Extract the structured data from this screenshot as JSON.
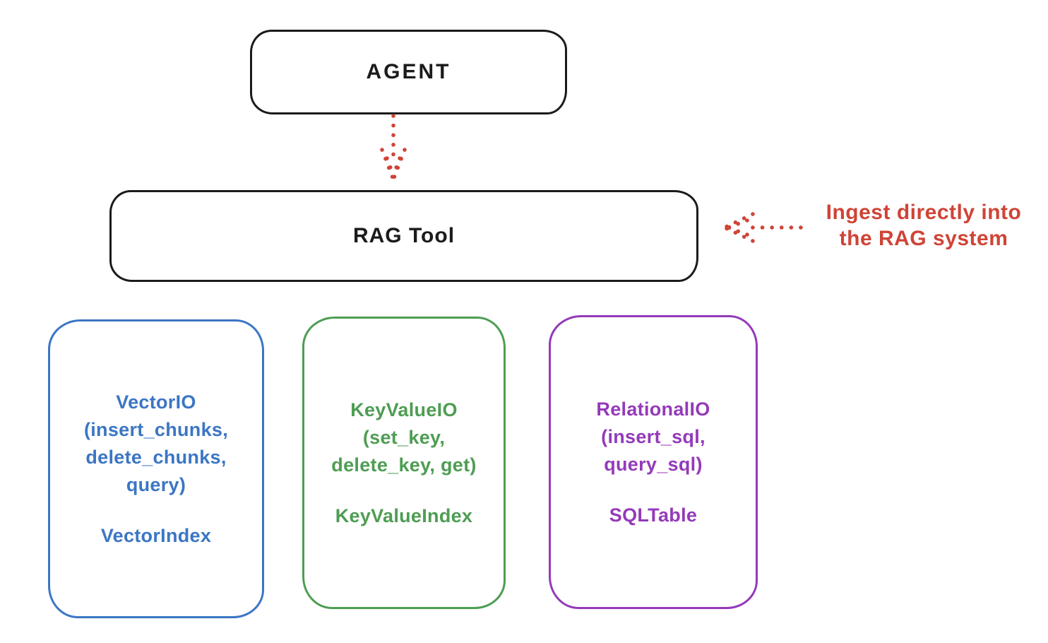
{
  "diagram": {
    "nodes": {
      "agent": {
        "label": "AGENT"
      },
      "rag_tool": {
        "label": "RAG Tool"
      }
    },
    "annotation": {
      "line1": "Ingest directly into",
      "line2": "the RAG system",
      "color": "#cf4437"
    },
    "io_boxes": [
      {
        "name": "vector-io",
        "color": "#3b76c4",
        "lines": [
          "VectorIO",
          "(insert_chunks,",
          "delete_chunks,",
          "query)"
        ],
        "index_label": "VectorIndex"
      },
      {
        "name": "keyvalue-io",
        "color": "#4e9d53",
        "lines": [
          "KeyValueIO",
          "(set_key,",
          "delete_key, get)"
        ],
        "index_label": "KeyValueIndex"
      },
      {
        "name": "relational-io",
        "color": "#943ab9",
        "lines": [
          "RelationalIO",
          "(insert_sql,",
          "query_sql)"
        ],
        "index_label": "SQLTable"
      }
    ],
    "icons": {
      "agent_to_rag": "dotted-down-arrow",
      "ingest": "dotted-left-arrow"
    },
    "colors": {
      "stroke_black": "#1b1b1b",
      "red": "#cf4437",
      "background": "#ffffff"
    }
  }
}
